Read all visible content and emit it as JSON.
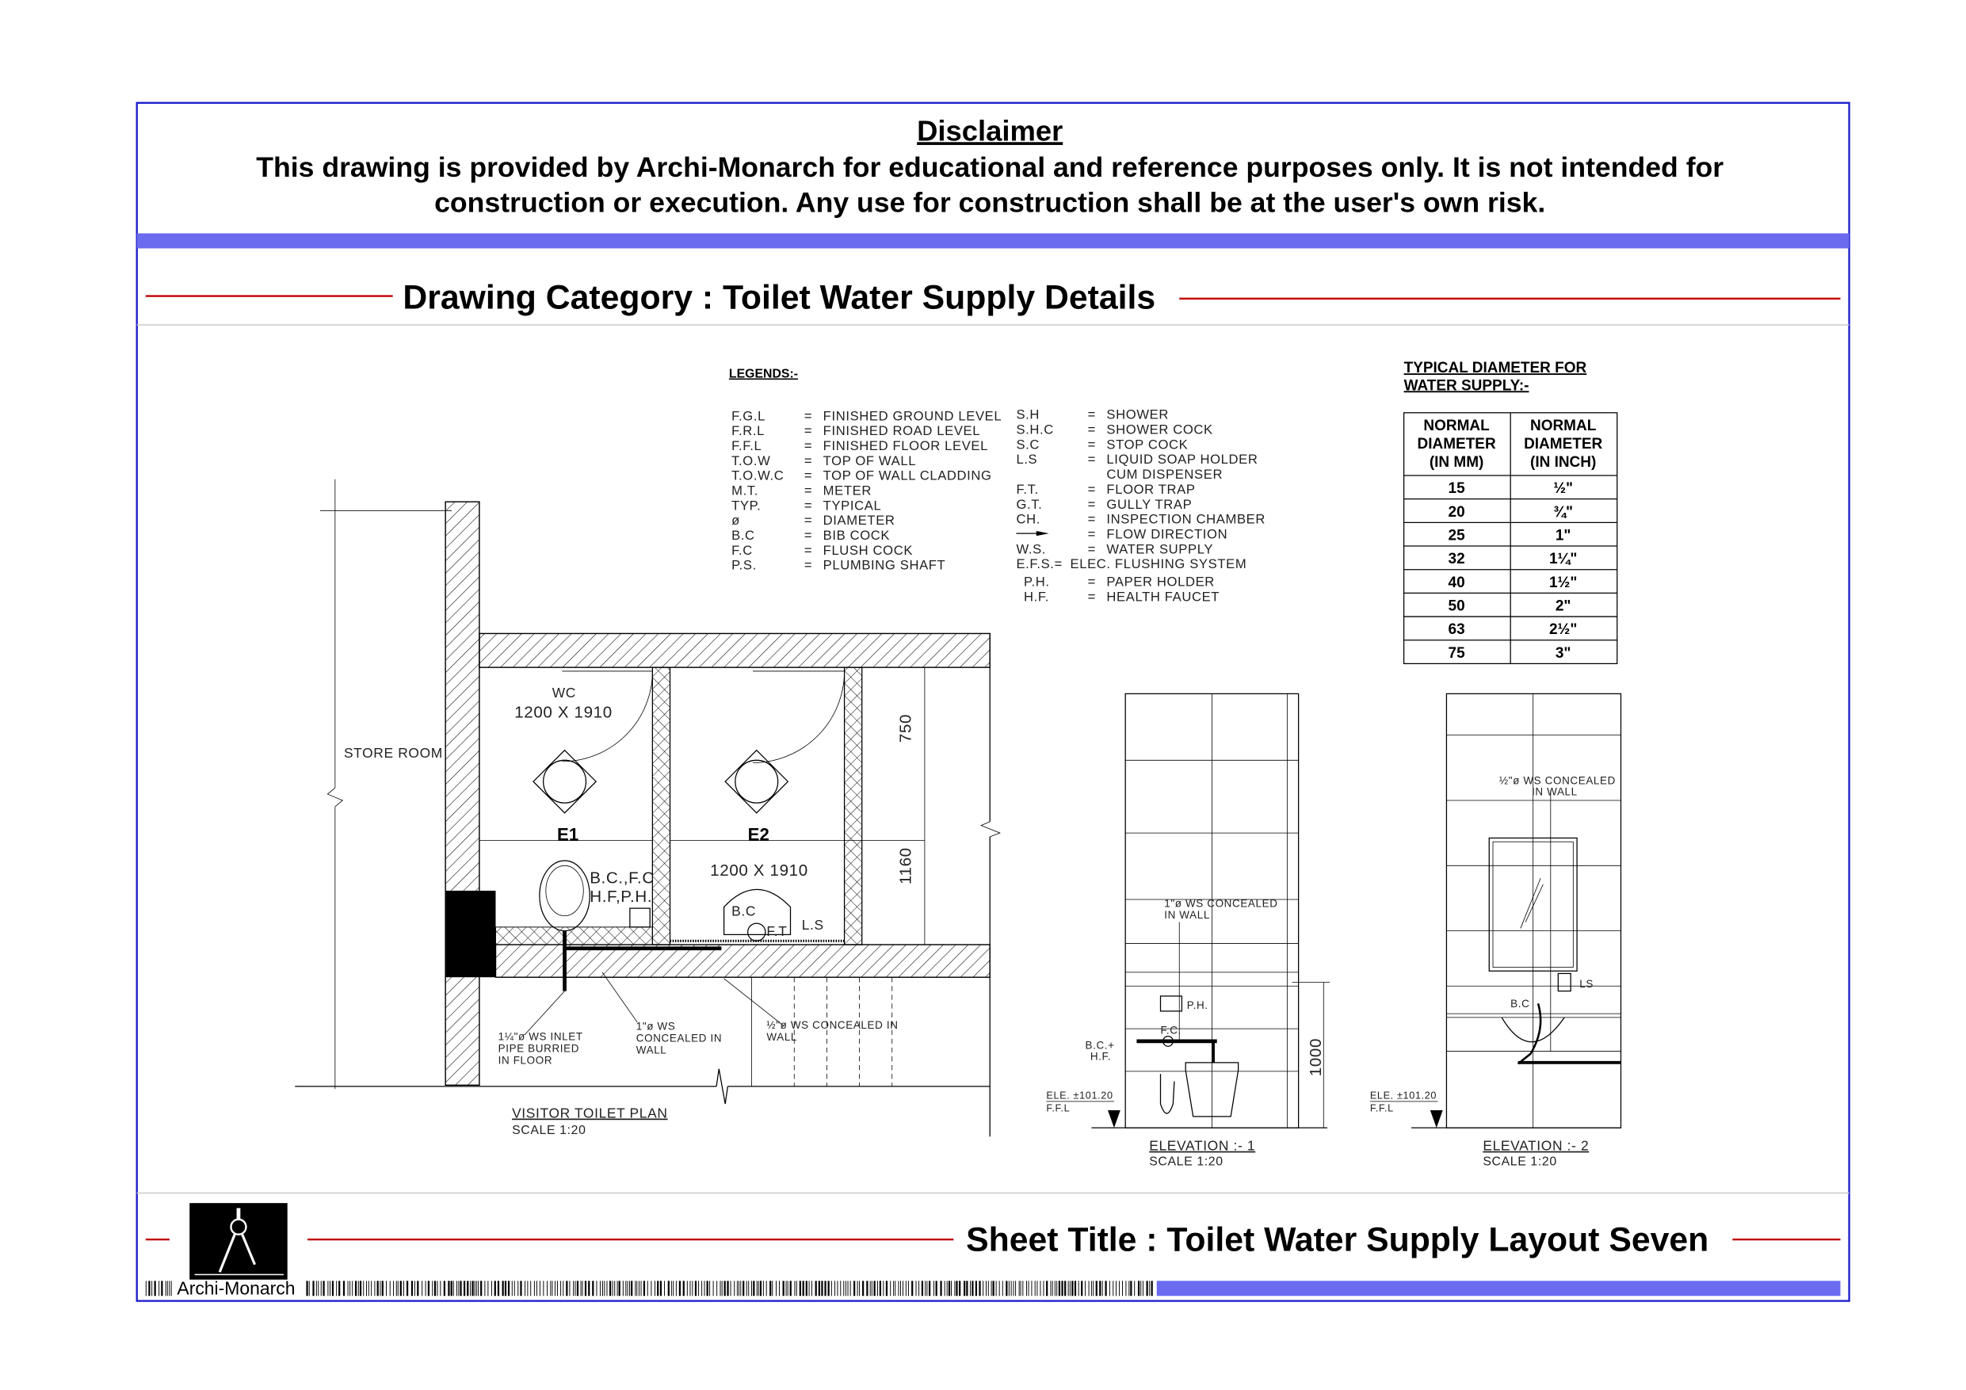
{
  "disclaimer": {
    "title": "Disclaimer",
    "line1": "This drawing is provided by Archi-Monarch for educational and reference purposes only. It is not intended for",
    "line2": "construction or execution. Any use for construction shall be at the user's own risk."
  },
  "category_title": "Drawing Category : Toilet Water Supply Details",
  "sheet_title": "Sheet Title : Toilet Water Supply Layout Seven",
  "brand": "Archi-Monarch",
  "colors": {
    "frame": "#1f1fcc",
    "bar": "#6b6bf0",
    "rule": "#c00000"
  },
  "legends": {
    "title": "LEGENDS:-",
    "left": [
      {
        "abbr": "F.G.L",
        "desc": "FINISHED  GROUND  LEVEL"
      },
      {
        "abbr": "F.R.L",
        "desc": "FINISHED  ROAD  LEVEL"
      },
      {
        "abbr": "F.F.L",
        "desc": "FINISHED  FLOOR  LEVEL"
      },
      {
        "abbr": "T.O.W",
        "desc": "TOP  OF  WALL"
      },
      {
        "abbr": "T.O.W.C",
        "desc": "TOP  OF  WALL  CLADDING"
      },
      {
        "abbr": "M.T.",
        "desc": "METER"
      },
      {
        "abbr": "TYP.",
        "desc": "TYPICAL"
      },
      {
        "abbr": "ø",
        "desc": "DIAMETER"
      },
      {
        "abbr": "B.C",
        "desc": "BIB  COCK"
      },
      {
        "abbr": "F.C",
        "desc": "FLUSH  COCK"
      },
      {
        "abbr": "P.S.",
        "desc": "PLUMBING  SHAFT"
      }
    ],
    "right": [
      {
        "abbr": "S.H",
        "desc": "SHOWER"
      },
      {
        "abbr": "S.H.C",
        "desc": "SHOWER  COCK"
      },
      {
        "abbr": "S.C",
        "desc": "STOP  COCK"
      },
      {
        "abbr": "L.S",
        "desc": "LIQUID  SOAP  HOLDER"
      },
      {
        "abbr": "",
        "desc": "CUM  DISPENSER"
      },
      {
        "abbr": "F.T.",
        "desc": "FLOOR  TRAP"
      },
      {
        "abbr": "G.T.",
        "desc": "GULLY  TRAP"
      },
      {
        "abbr": "CH.",
        "desc": "INSPECTION  CHAMBER"
      },
      {
        "abbr": "",
        "icon": "flow-arrow",
        "desc": "FLOW  DIRECTION"
      },
      {
        "abbr": "W.S.",
        "desc": "WATER  SUPPLY"
      }
    ],
    "efs": {
      "abbr": "E.F.S.=",
      "desc": "ELEC.  FLUSHING  SYSTEM"
    },
    "extra": [
      {
        "abbr": "P.H.",
        "desc": "PAPER  HOLDER"
      },
      {
        "abbr": "H.F.",
        "desc": "HEALTH  FAUCET"
      }
    ]
  },
  "diameter_table": {
    "title1": "TYPICAL DIAMETER FOR",
    "title2": "WATER SUPPLY:-",
    "headers": [
      [
        "NORMAL",
        "DIAMETER",
        "(IN MM)"
      ],
      [
        "NORMAL",
        "DIAMETER",
        "(IN INCH)"
      ]
    ],
    "rows": [
      [
        "15",
        "½\""
      ],
      [
        "20",
        "¾\""
      ],
      [
        "25",
        "1\""
      ],
      [
        "32",
        "1¼\""
      ],
      [
        "40",
        "1½\""
      ],
      [
        "50",
        "2\""
      ],
      [
        "63",
        "2½\""
      ],
      [
        "75",
        "3\""
      ]
    ]
  },
  "plan": {
    "store_room": "STORE  ROOM",
    "wc": "WC",
    "size1": "1200  X  1910",
    "size2": "1200  X  1910",
    "e1": "E1",
    "e2": "E2",
    "dim_750": "750",
    "dim_1160": "1160",
    "fixtures1a": "B.C.,F.C",
    "fixtures1b": "H.F,P.H.",
    "bc": "B.C",
    "ft": "F.T",
    "ls": "L.S",
    "note1": [
      "1¼\"ø  WS  INLET",
      "PIPE  BURRIED",
      "IN  FLOOR"
    ],
    "note2": [
      "1\"ø  WS",
      "CONCEALED  IN",
      "WALL"
    ],
    "note3": [
      "½\"ø  WS  CONCEALED  IN",
      "WALL"
    ],
    "title": "VISITOR  TOILET  PLAN",
    "scale": "SCALE  1:20"
  },
  "elevation1": {
    "note": [
      "1\"ø  WS  CONCEALED",
      "IN  WALL"
    ],
    "ph": "P.H.",
    "fc": "F.C.",
    "bchf": [
      "B.C.+",
      "H.F."
    ],
    "level": [
      "ELE.  ±101.20",
      "F.F.L"
    ],
    "dim": "1000",
    "title": "ELEVATION  :-  1",
    "scale": "SCALE  1:20"
  },
  "elevation2": {
    "note": [
      "½\"ø  WS  CONCEALED",
      "IN  WALL"
    ],
    "ls": "LS",
    "bc": "B.C",
    "level": [
      "ELE.  ±101.20",
      "F.F.L"
    ],
    "title": "ELEVATION  :-  2",
    "scale": "SCALE  1:20"
  }
}
